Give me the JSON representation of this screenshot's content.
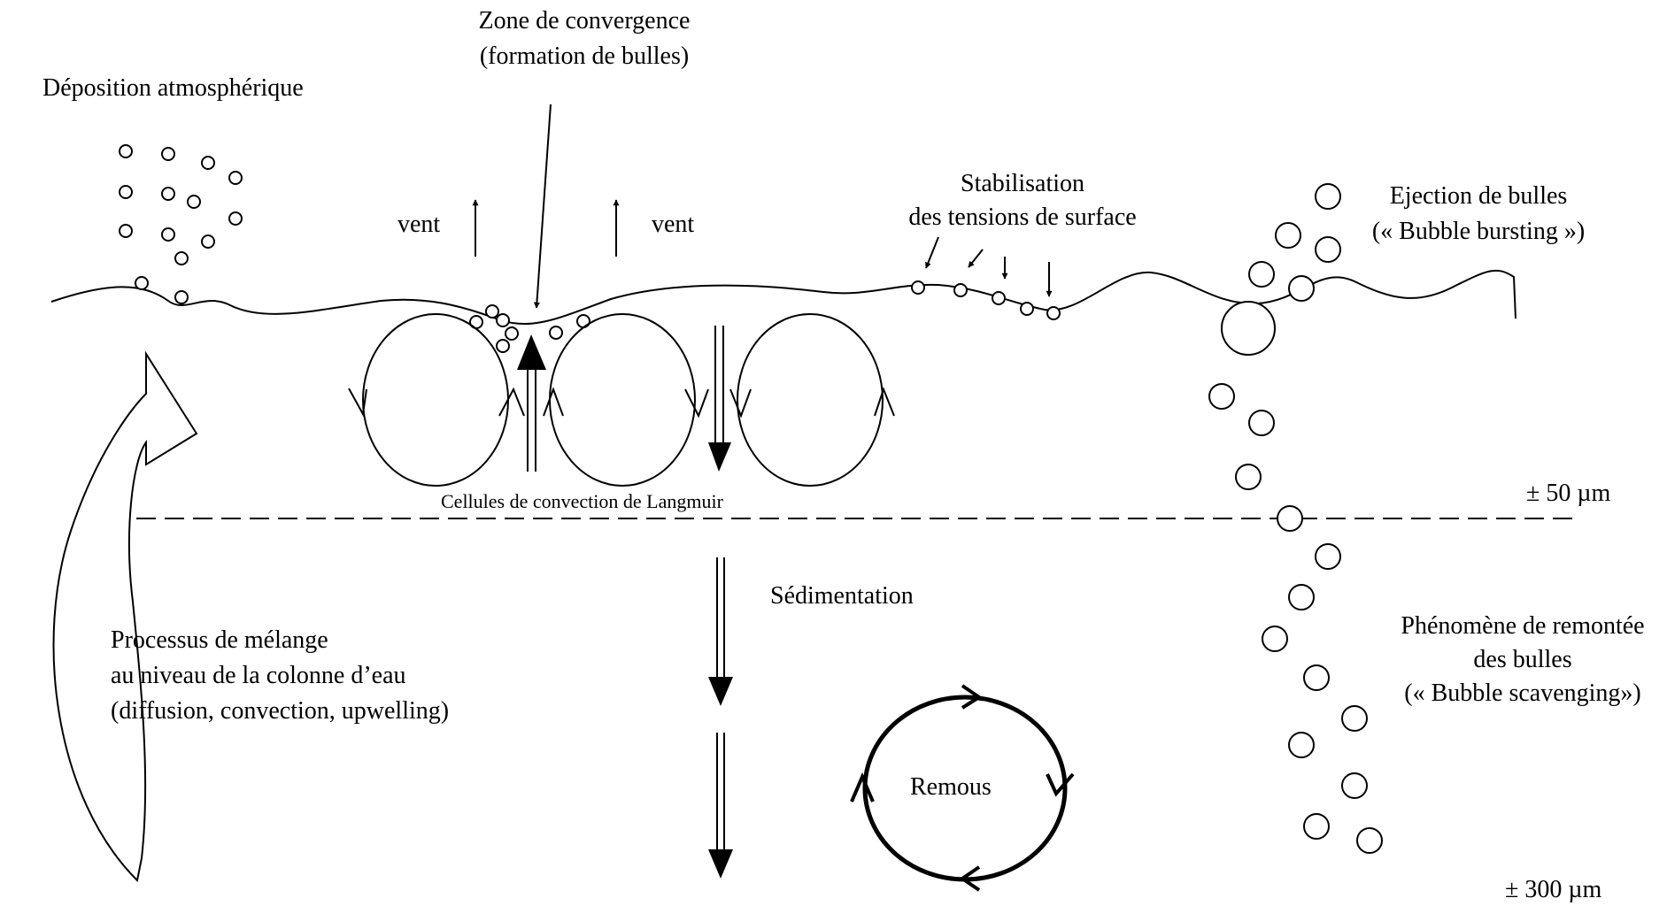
{
  "labels": {
    "deposition": "Déposition atmosphérique",
    "convergence_line1": "Zone de convergence",
    "convergence_line2": "(formation de bulles)",
    "wind_left": "vent",
    "wind_right": "vent",
    "stabilisation_line1": "Stabilisation",
    "stabilisation_line2": "des tensions de surface",
    "ejection_line1": "Ejection de bulles",
    "ejection_line2": "(« Bubble bursting »)",
    "langmuir": "Cellules de convection de Langmuir",
    "depth_top": "± 50 µm",
    "sedimentation": "Sédimentation",
    "mixing_line1": "Processus de  mélange",
    "mixing_line2": "au niveau de la colonne d’eau",
    "mixing_line3": "(diffusion, convection, upwelling)",
    "eddy": "Remous",
    "scavenging_line1": "Phénomène de remontée",
    "scavenging_line2": "des bulles",
    "scavenging_line3": "(« Bubble scavenging»)",
    "depth_bottom": "± 300 µm"
  },
  "colors": {
    "ink": "#000000",
    "background": "#ffffff"
  }
}
